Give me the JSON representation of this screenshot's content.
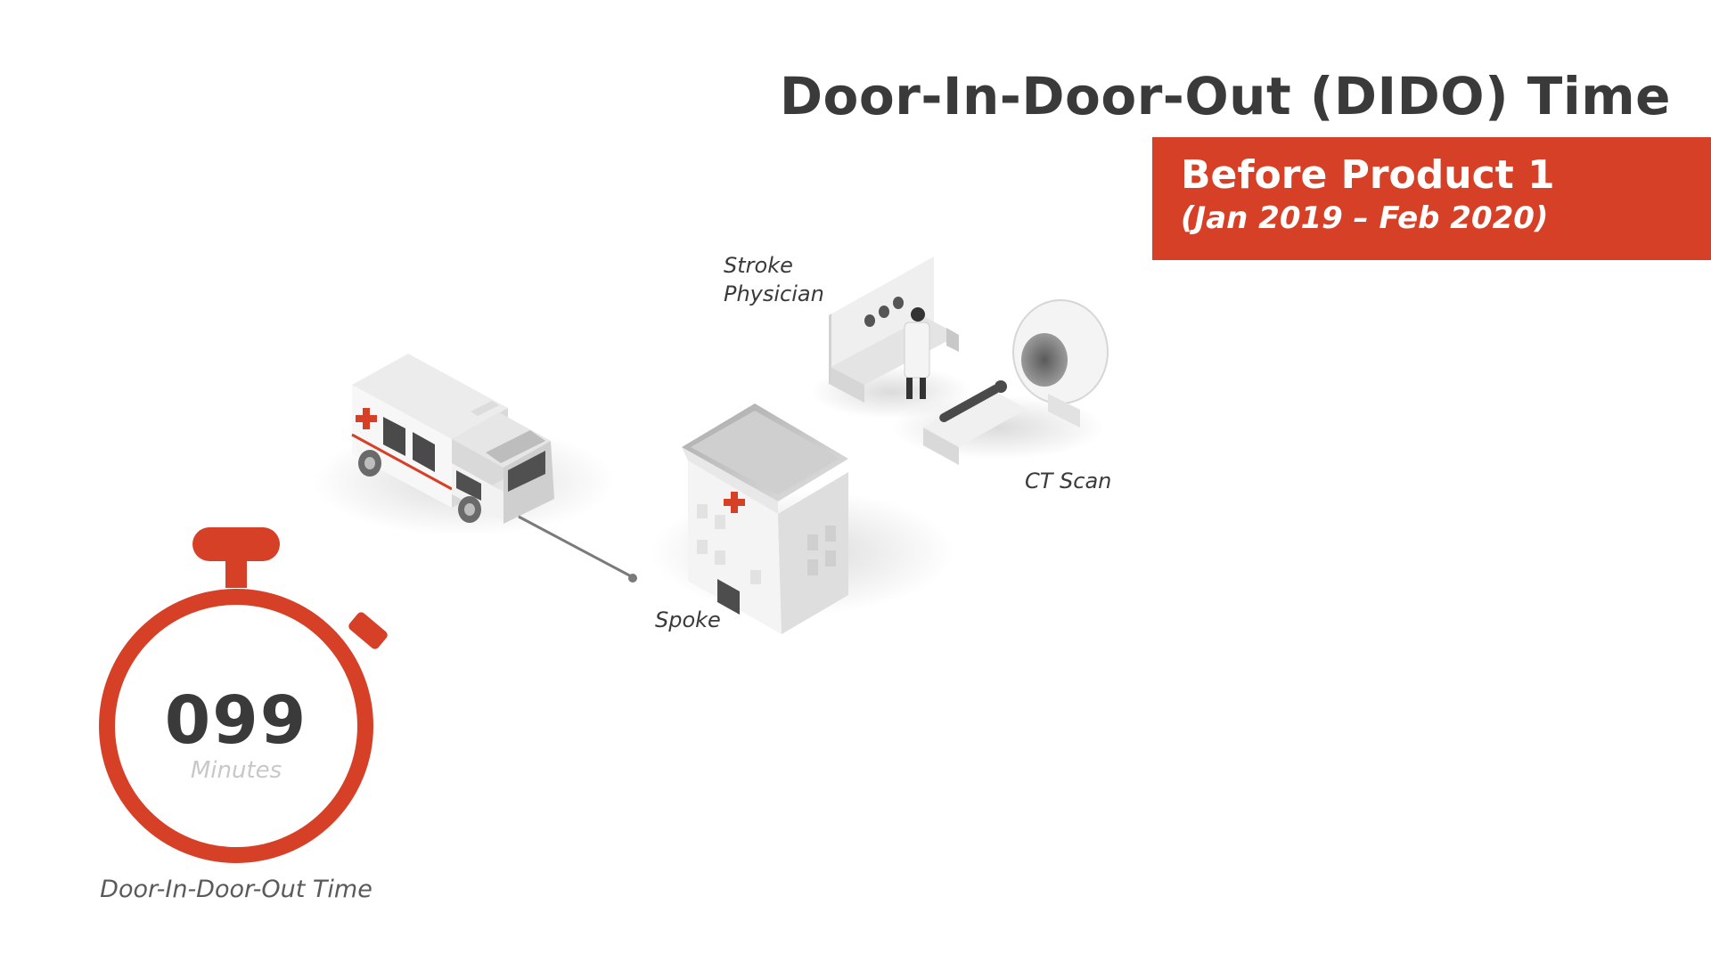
{
  "header": {
    "title": "Door-In-Door-Out (DIDO) Time"
  },
  "period_banner": {
    "title": "Before Product 1",
    "range": "(Jan 2019 – Feb 2020)"
  },
  "scene": {
    "labels": {
      "physician": "Stroke Physician",
      "ct_scan": "CT Scan",
      "spoke": "Spoke"
    }
  },
  "timer": {
    "value": "099",
    "unit": "Minutes",
    "caption": "Door-In-Door-Out Time"
  },
  "colors": {
    "accent": "#d64026",
    "text": "#3a3a3a",
    "muted": "#c8c8c8"
  },
  "icons": [
    "ambulance-icon",
    "hospital-icon",
    "telehealth-station-icon",
    "ct-scanner-icon",
    "stopwatch-icon"
  ]
}
